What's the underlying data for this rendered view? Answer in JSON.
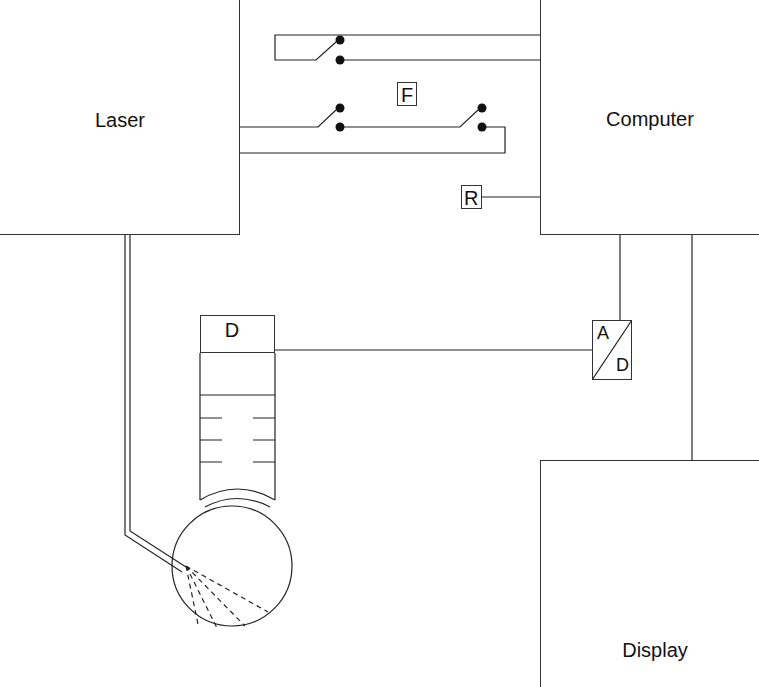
{
  "diagram": {
    "nodes": [
      {
        "text": [
          "Laser"
        ]
      },
      {
        "text": [
          "Computer"
        ]
      },
      {
        "text": [
          "F"
        ]
      },
      {
        "text": [
          "R"
        ]
      },
      {
        "text": [
          "D"
        ]
      },
      {
        "text": [
          "A",
          "D"
        ]
      },
      {
        "text": [
          "Display"
        ]
      }
    ],
    "edges": [
      {
        "from": 3,
        "to": 1,
        "arrow": "none"
      },
      {
        "from": 4,
        "to": 5,
        "arrow": "none"
      },
      {
        "from": 5,
        "to": 1,
        "arrow": "none"
      },
      {
        "from": 1,
        "to": 6,
        "arrow": "none"
      }
    ]
  }
}
